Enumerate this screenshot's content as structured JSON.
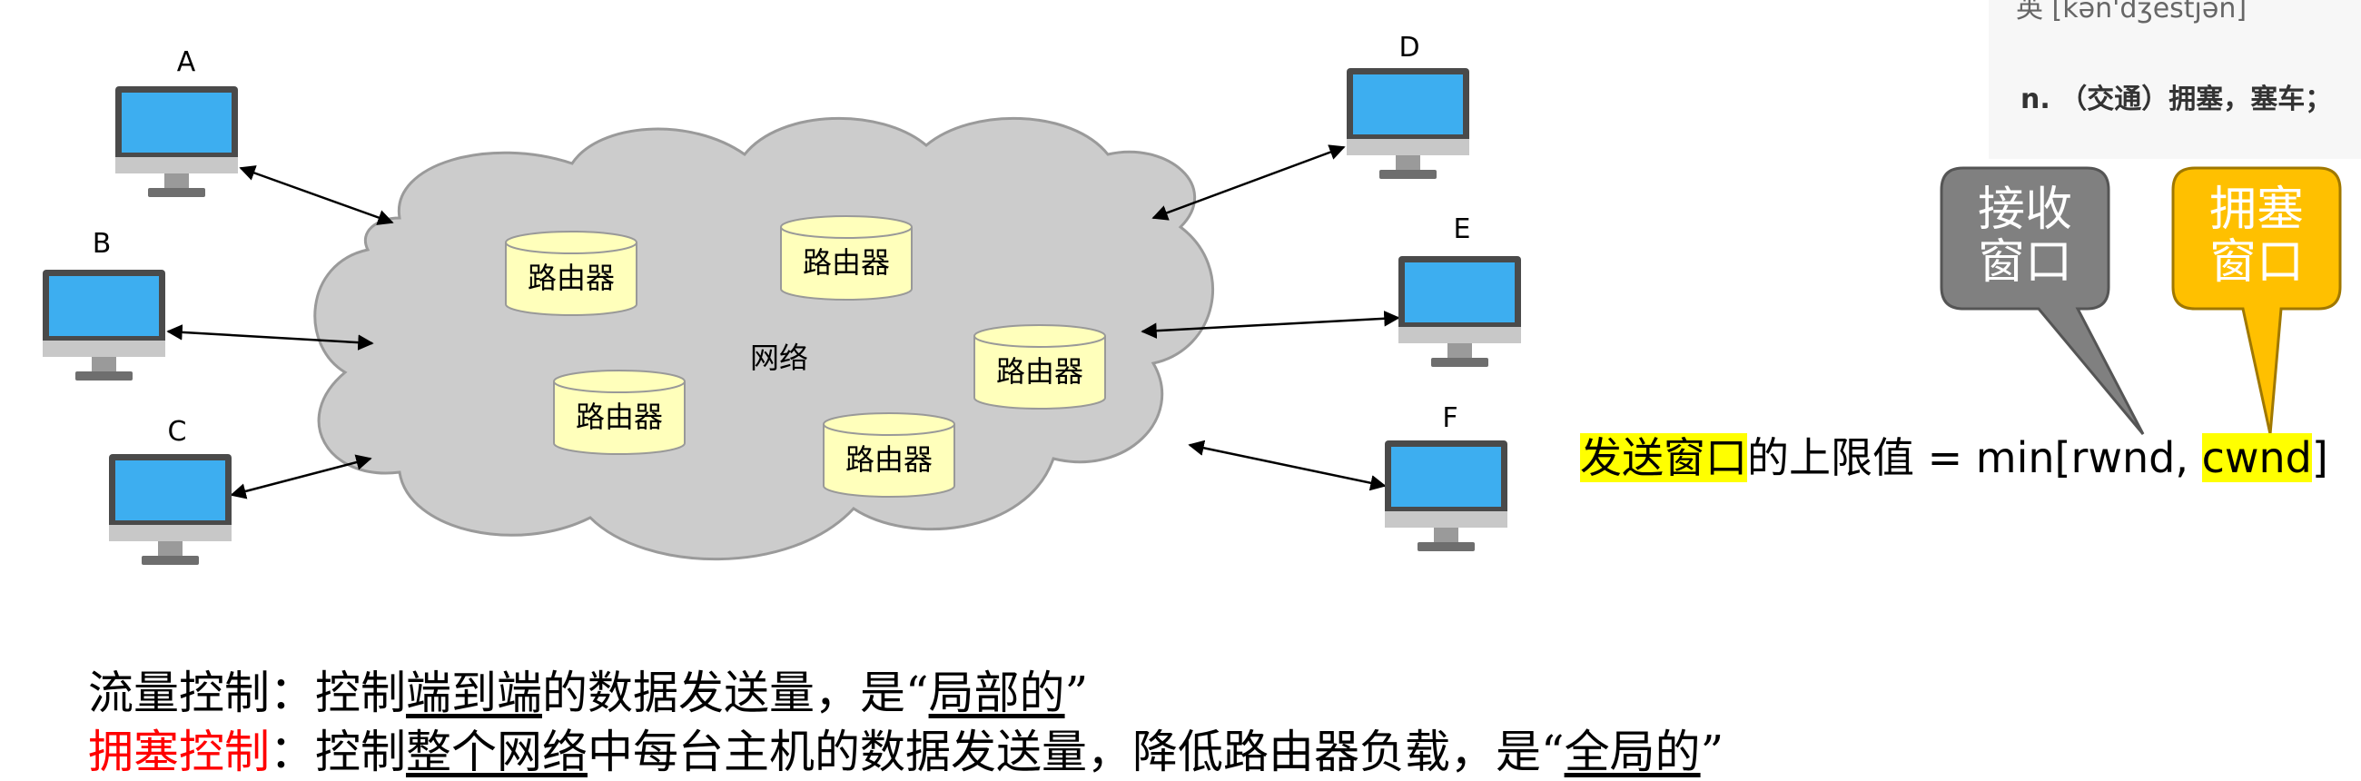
{
  "hosts": [
    {
      "id": "A",
      "label": "A"
    },
    {
      "id": "B",
      "label": "B"
    },
    {
      "id": "C",
      "label": "C"
    },
    {
      "id": "D",
      "label": "D"
    },
    {
      "id": "E",
      "label": "E"
    },
    {
      "id": "F",
      "label": "F"
    }
  ],
  "network": {
    "label": "网络",
    "router_label": "路由器",
    "router_count": 5
  },
  "dictionary": {
    "phonetic": "英 [kən'dʒestjən]",
    "definition": "n. （交通）拥塞，塞车；"
  },
  "bubbles": {
    "receive_line1": "接收",
    "receive_line2": "窗口",
    "congestion_line1": "拥塞",
    "congestion_line2": "窗口"
  },
  "formula": {
    "highlight": "发送窗口",
    "middle": "的上限值 = min[rwnd, ",
    "cwnd": "cwnd",
    "end": "]"
  },
  "lines": {
    "flow_a": "流量控制：控制",
    "flow_b": "端到端",
    "flow_c": "的数据发送量，是“",
    "flow_d": "局部的",
    "flow_e": "”",
    "cong_a": "拥塞控制",
    "cong_b": "：控制",
    "cong_c": "整个网络",
    "cong_d": "中每台主机的数据发送量，降低路由器负载，是“",
    "cong_e": "全局的",
    "cong_f": "”"
  },
  "colors": {
    "cloud": "#cccccc",
    "router": "#ffffbb",
    "screen": "#3daef0",
    "receive_bubble": "#808080",
    "congestion_bubble": "#ffc000",
    "highlight": "#ffff00",
    "red_text": "#ff0000"
  }
}
